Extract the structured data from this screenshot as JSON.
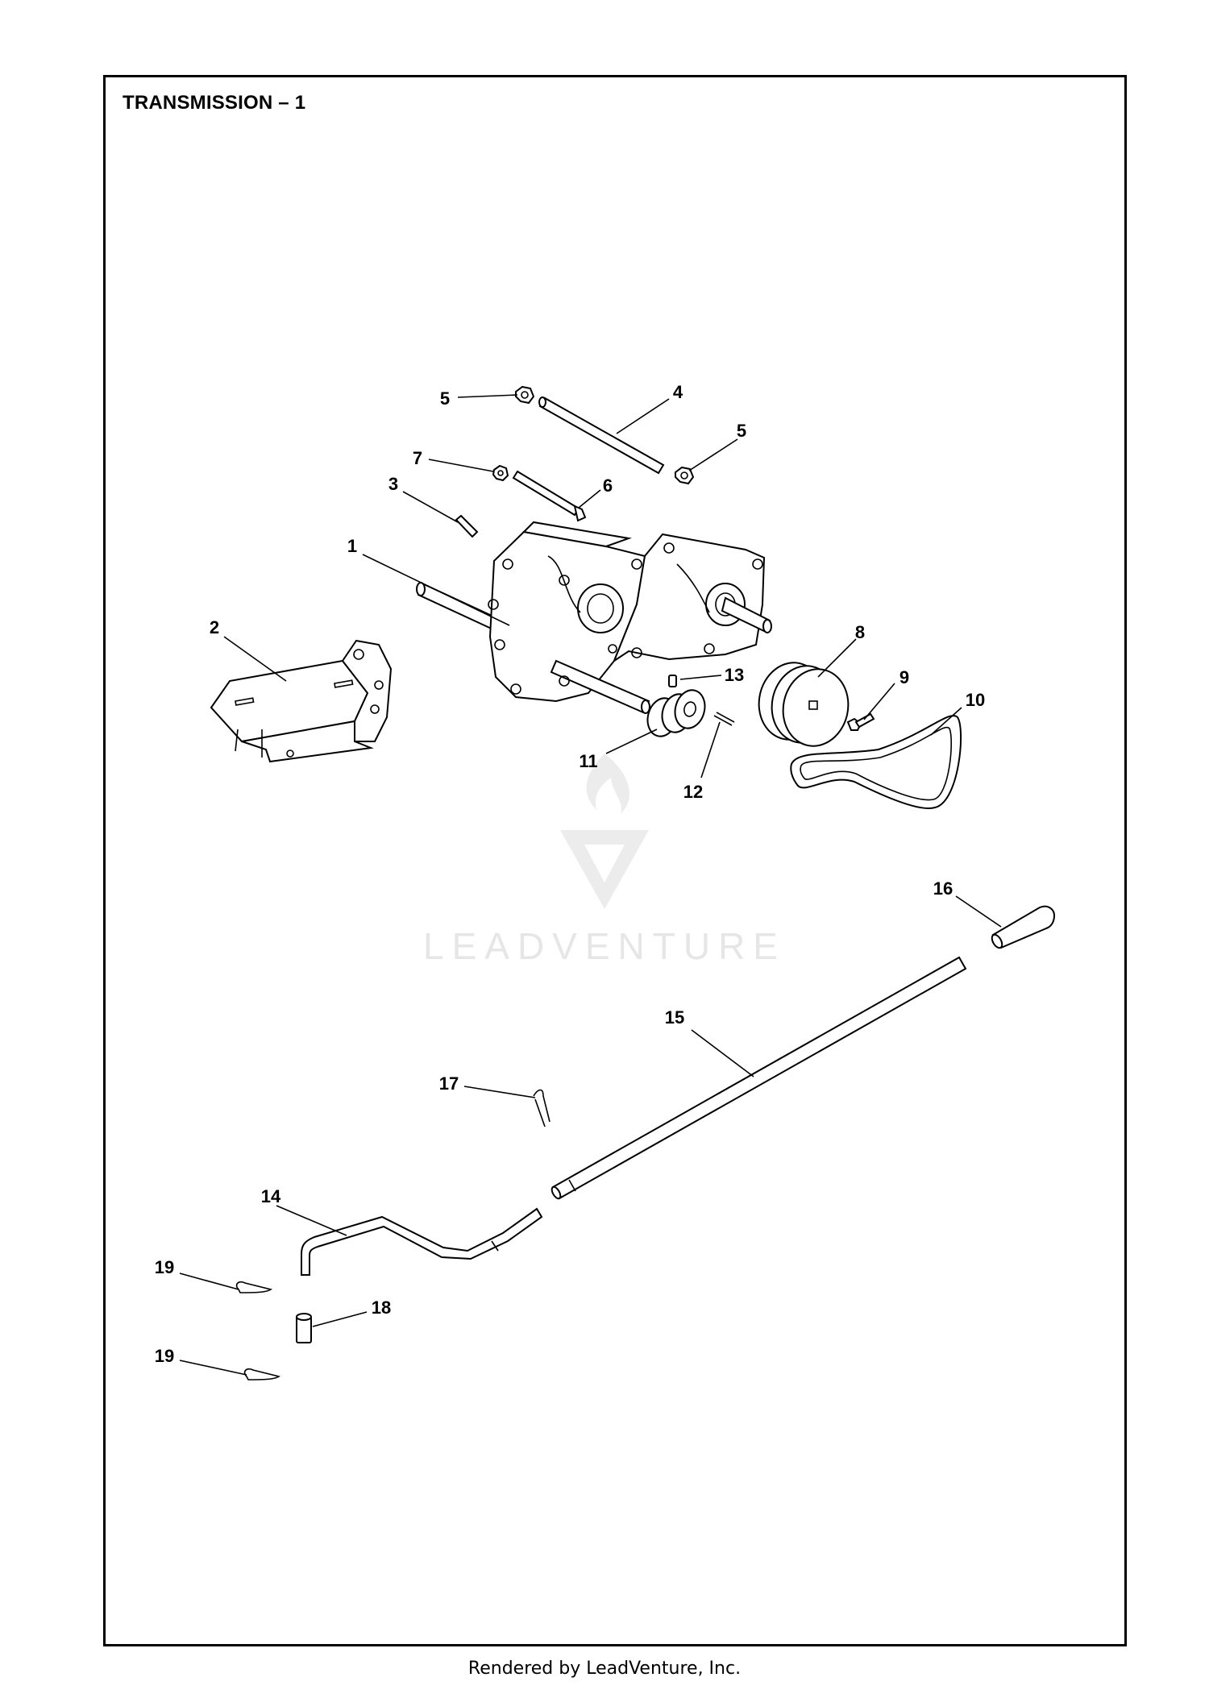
{
  "page": {
    "title": "TRANSMISSION – 1",
    "footer": "Rendered by LeadVenture, Inc.",
    "watermark": "LEADVENTURE"
  },
  "callouts": [
    {
      "num": "1"
    },
    {
      "num": "2"
    },
    {
      "num": "3"
    },
    {
      "num": "4"
    },
    {
      "num": "5"
    },
    {
      "num": "5"
    },
    {
      "num": "6"
    },
    {
      "num": "7"
    },
    {
      "num": "8"
    },
    {
      "num": "9"
    },
    {
      "num": "10"
    },
    {
      "num": "11"
    },
    {
      "num": "12"
    },
    {
      "num": "13"
    },
    {
      "num": "14"
    },
    {
      "num": "15"
    },
    {
      "num": "16"
    },
    {
      "num": "17"
    },
    {
      "num": "18"
    },
    {
      "num": "19"
    },
    {
      "num": "19"
    }
  ],
  "colors": {
    "line": "#000000",
    "watermark": "#e6e6e6",
    "background": "#ffffff"
  }
}
